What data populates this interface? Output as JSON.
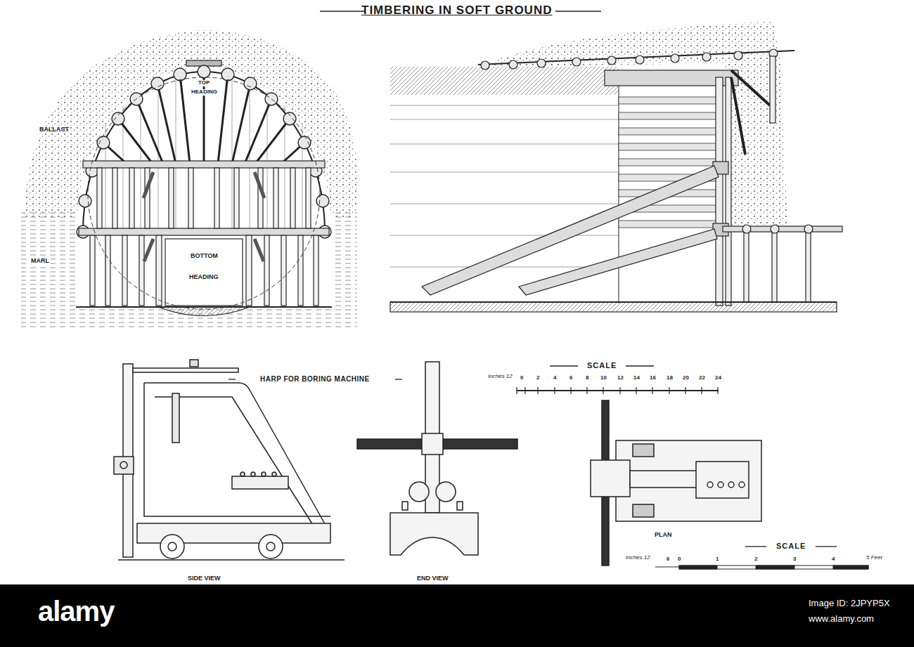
{
  "diagram": {
    "title": "TIMBERING IN SOFT GROUND",
    "labels": [
      "TOP",
      "HEADING",
      "BALLAST",
      "MARL",
      "BOTTOM",
      "HEADING",
      "HARP FOR BORING MACHINE",
      "SCALE",
      "Inches 12",
      "0",
      "2",
      "4",
      "6",
      "8",
      "10",
      "12",
      "14",
      "16",
      "18",
      "20",
      "22",
      "24",
      "SIDE VIEW",
      "END VIEW",
      "PLAN",
      "SCALE",
      "Inches 12",
      "6",
      "0",
      "1",
      "2",
      "3",
      "4",
      "5 Feet",
      "alamy",
      "Image ID: 2JPYP5X",
      "www.alamy.com"
    ]
  }
}
